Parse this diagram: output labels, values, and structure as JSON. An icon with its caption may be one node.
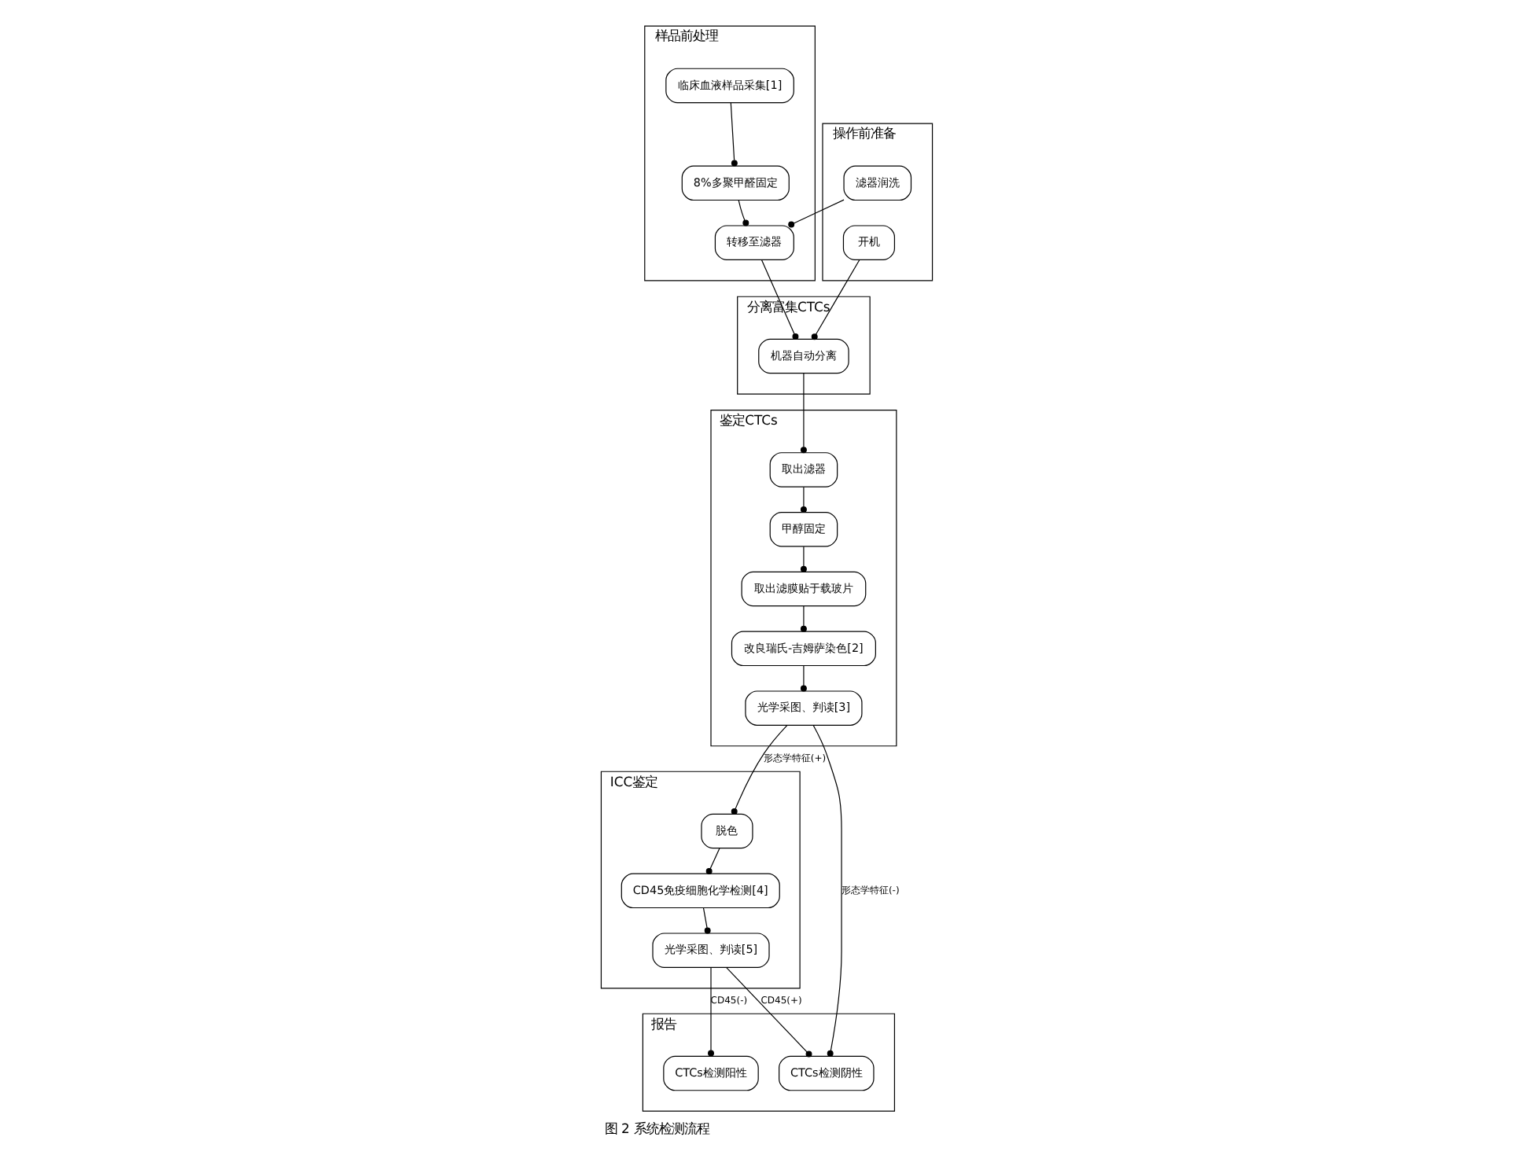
{
  "diagram": {
    "caption": "图 2 系统检测流程",
    "nodes": [
      {
        "text": [
          "操作前准备"
        ]
      },
      {
        "text": [
          "开机"
        ],
        "in": 0
      },
      {
        "text": [
          "滤器润洗"
        ],
        "in": 0
      },
      {
        "text": [
          "样品前处理"
        ]
      },
      {
        "text": [
          "临床血液样品采集[1]"
        ],
        "in": 3
      },
      {
        "text": [
          "8%多聚甲醛固定"
        ],
        "in": 3
      },
      {
        "text": [
          "转移至滤器"
        ],
        "in": 3
      },
      {
        "text": [
          "分离富集CTCs"
        ]
      },
      {
        "text": [
          "机器自动分离"
        ],
        "in": 7
      },
      {
        "text": [
          "鉴定CTCs"
        ]
      },
      {
        "text": [
          "取出滤器"
        ],
        "in": 9
      },
      {
        "text": [
          "甲醇固定"
        ],
        "in": 9
      },
      {
        "text": [
          "取出滤膜贴于载玻片"
        ],
        "in": 9
      },
      {
        "text": [
          "改良瑞氏-吉姆萨染色[2]"
        ],
        "in": 9
      },
      {
        "text": [
          "光学采图、判读[3]"
        ],
        "in": 9
      },
      {
        "text": [
          "ICC鉴定"
        ]
      },
      {
        "text": [
          "脱色"
        ],
        "in": 15
      },
      {
        "text": [
          "CD45免疫细胞化学检测[4]"
        ],
        "in": 15
      },
      {
        "text": [
          "光学采图、判读[5]"
        ],
        "in": 15
      },
      {
        "text": [
          "报告"
        ]
      },
      {
        "text": [
          "CTCs检测阴性"
        ],
        "in": 19
      },
      {
        "text": [
          "CTCs检测阳性"
        ],
        "in": 19
      }
    ],
    "edges": [
      {
        "from": 1,
        "to": 8,
        "arrow": "other"
      },
      {
        "from": 2,
        "to": 6,
        "arrow": "other"
      },
      {
        "from": 4,
        "to": 5,
        "arrow": "other"
      },
      {
        "from": 5,
        "to": 6,
        "arrow": "other"
      },
      {
        "from": 6,
        "to": 8,
        "arrow": "other"
      },
      {
        "from": 8,
        "to": 10,
        "arrow": "other"
      },
      {
        "from": 10,
        "to": 11,
        "arrow": "other"
      },
      {
        "from": 11,
        "to": 12,
        "arrow": "other"
      },
      {
        "from": 12,
        "to": 13,
        "arrow": "other"
      },
      {
        "from": 13,
        "to": 14,
        "arrow": "other"
      },
      {
        "from": 14,
        "to": 16,
        "arrow": "other",
        "label": "形态学特征(+)"
      },
      {
        "from": 14,
        "to": 20,
        "arrow": "other",
        "label": "形态学特征(-)"
      },
      {
        "from": 16,
        "to": 17,
        "arrow": "other"
      },
      {
        "from": 17,
        "to": 18,
        "arrow": "other"
      },
      {
        "from": 18,
        "to": 20,
        "arrow": "other",
        "label": "CD45(+)"
      },
      {
        "from": 18,
        "to": 21,
        "arrow": "other",
        "label": "CD45(-)"
      }
    ]
  }
}
